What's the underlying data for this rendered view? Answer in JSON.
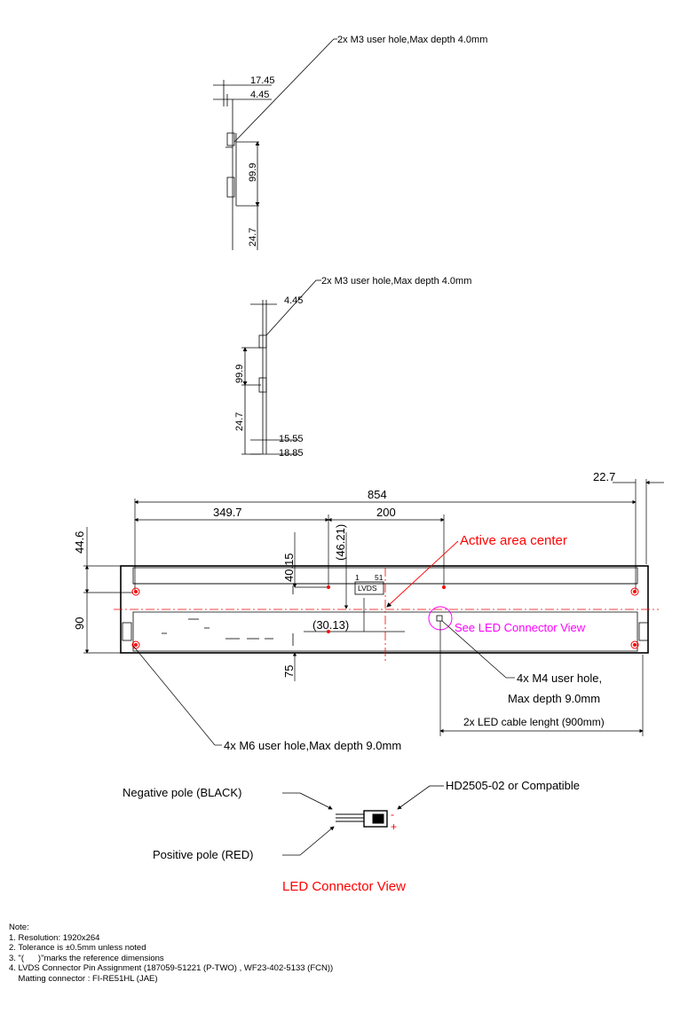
{
  "side_view_top": {
    "callout": "2x M3 user hole,Max depth 4.0mm",
    "dims": [
      "17.45",
      "4.45",
      "99.9",
      "24.7"
    ]
  },
  "side_view_bottom": {
    "callout": "2x M3 user hole,Max depth 4.0mm",
    "dims": [
      "4.45",
      "99.9",
      "24.7",
      "15.55",
      "18.85"
    ]
  },
  "front_view": {
    "dims": {
      "width": "854",
      "right_offset": "22.7",
      "left_to_center": "349.7",
      "center_span": "200",
      "height_top": "44.6",
      "height_total": "90",
      "v_40": "40.15",
      "v_46": "(46.21)",
      "h_30": "(30.13)",
      "bottom_75": "75"
    },
    "lvds_pin_first": "1",
    "lvds_pin_last": "51",
    "lvds_label": "LVDS",
    "active_area_label": "Active area center",
    "see_led_label": "See LED Connector View",
    "m4_line1": "4x M4 user hole,",
    "m4_line2": "Max depth 9.0mm",
    "cable_label": "2x LED cable lenght (900mm)",
    "m6_label": "4x M6 user hole,Max depth 9.0mm"
  },
  "led_connector": {
    "negative_label": "Negative pole (BLACK)",
    "positive_label": "Positive pole (RED)",
    "part_label": "HD2505-02 or Compatible",
    "minus_sign": "-",
    "plus_sign": "+",
    "title": "LED Connector View"
  },
  "notes": {
    "heading": "Note:",
    "items": [
      "1. Resolution: 1920x264",
      "2. Tolerance is ±0.5mm unless noted",
      "3. \"(      )\"marks the reference dimensions",
      "4. LVDS Connector Pin Assignment (187059-51221 (P-TWO) , WF23-402-5133 (FCN))",
      "    Matting connector : FI-RE51HL (JAE)"
    ]
  },
  "colors": {
    "accent_red": "#ff0000",
    "magenta": "#ff00ff",
    "ink": "#000000"
  }
}
